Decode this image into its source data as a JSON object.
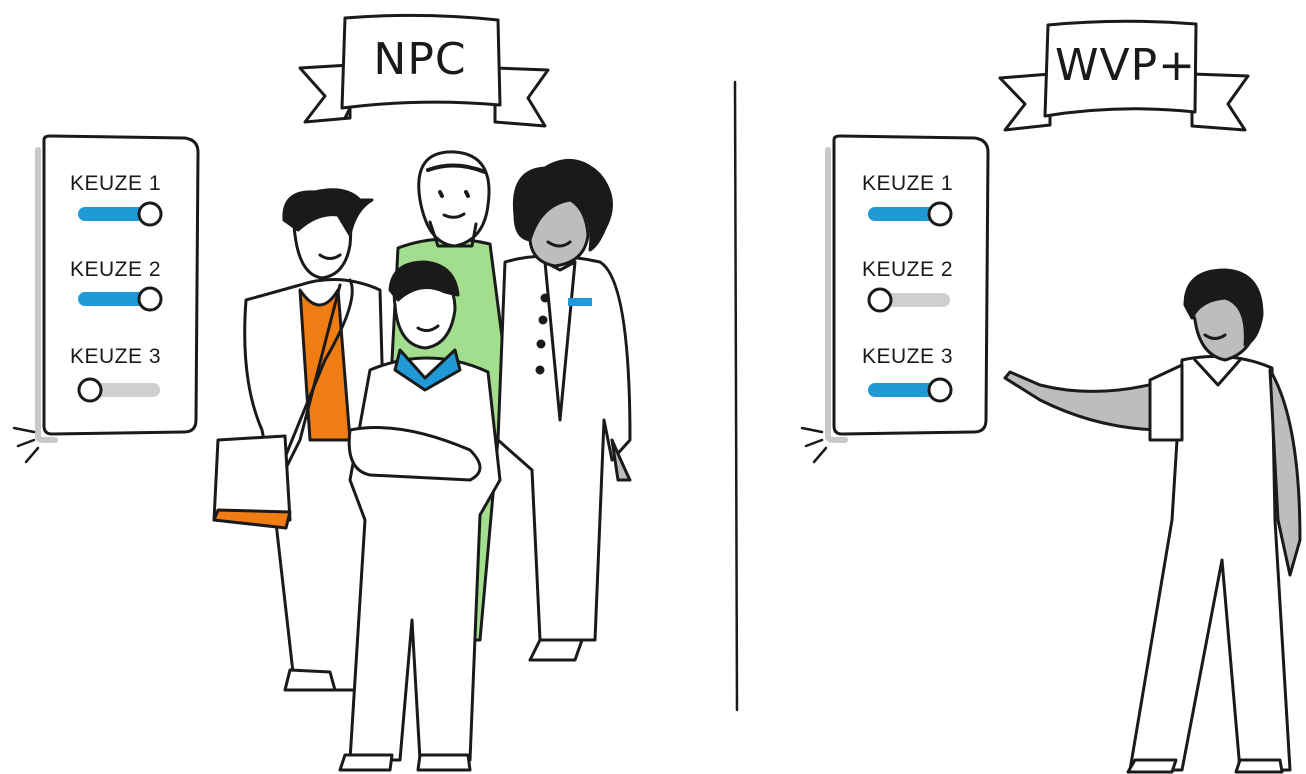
{
  "left_panel": {
    "banner": "NPC",
    "choices": [
      {
        "label": "KEUZE 1",
        "enabled": true
      },
      {
        "label": "KEUZE 2",
        "enabled": true
      },
      {
        "label": "KEUZE 3",
        "enabled": false
      }
    ]
  },
  "right_panel": {
    "banner": "WVP+",
    "choices": [
      {
        "label": "KEUZE 1",
        "enabled": true
      },
      {
        "label": "KEUZE 2",
        "enabled": false
      },
      {
        "label": "KEUZE 3",
        "enabled": true
      }
    ]
  },
  "colors": {
    "toggle_on": "#1f9ad6",
    "toggle_off": "#cfcfcf",
    "orange": "#f07d14",
    "green": "#a3dd8e",
    "skin_gray": "#bdbdbd",
    "ink": "#1a1a1a"
  }
}
